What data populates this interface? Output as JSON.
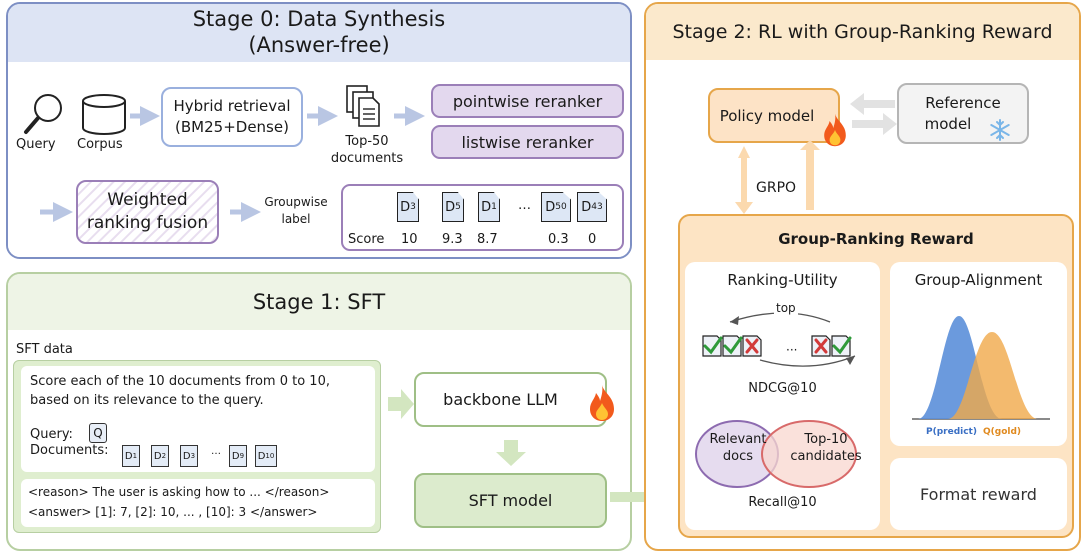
{
  "stage0": {
    "title_line1": "Stage 0: Data Synthesis",
    "title_line2": "(Answer-free)",
    "query_label": "Query",
    "corpus_label": "Corpus",
    "hybrid_line1": "Hybrid retrieval",
    "hybrid_line2": "(BM25+Dense)",
    "top50_line1": "Top-50",
    "top50_line2": "documents",
    "pointwise": "pointwise reranker",
    "listwise": "listwise reranker",
    "fusion_line1": "Weighted",
    "fusion_line2": "ranking fusion",
    "groupwise_line1": "Groupwise",
    "groupwise_line2": "label",
    "score_label": "Score",
    "docs": [
      {
        "base": "D",
        "sub": "3",
        "score": "10"
      },
      {
        "base": "D",
        "sub": "5",
        "score": "9.3"
      },
      {
        "base": "D",
        "sub": "1",
        "score": "8.7"
      },
      {
        "base": "D",
        "sub": "50",
        "score": "0.3"
      },
      {
        "base": "D",
        "sub": "43",
        "score": "0"
      }
    ],
    "ellipsis": "…"
  },
  "stage1": {
    "title": "Stage 1: SFT",
    "sft_data_label": "SFT data",
    "prompt_line1": "Score each of the 10 documents from 0 to 10,",
    "prompt_line2": "based on its relevance to the query.",
    "query_label": "Query:",
    "query_icon": "Q",
    "documents_label": "Documents:",
    "doc_labels": [
      {
        "base": "D",
        "sub": "1"
      },
      {
        "base": "D",
        "sub": "2"
      },
      {
        "base": "D",
        "sub": "3"
      },
      {
        "base": "D",
        "sub": "9"
      },
      {
        "base": "D",
        "sub": "10"
      }
    ],
    "doc_ellipsis": "…",
    "answer_line1": "<reason> The user is asking how to ... </reason>",
    "answer_line2": "<answer> [1]: 7, [2]: 10, ... , [10]: 3 </answer>",
    "backbone": "backbone LLM",
    "sft_model": "SFT model"
  },
  "stage2": {
    "title": "Stage 2: RL with Group-Ranking Reward",
    "policy": "Policy model",
    "reference_line1": "Reference",
    "reference_line2": "model",
    "grpo": "GRPO",
    "reward_title": "Group-Ranking Reward",
    "ranking_utility": "Ranking-Utility",
    "top_label": "top",
    "dots": "···",
    "ndcg": "NDCG@10",
    "relevant_line1": "Relevant",
    "relevant_line2": "docs",
    "topk_line1": "Top-10",
    "topk_line2": "candidates",
    "recall": "Recall@10",
    "group_alignment": "Group-Alignment",
    "p_label": "P(predict)",
    "q_label": "Q(gold)",
    "format_reward": "Format reward"
  },
  "colors": {
    "stage0_fill": "#edf1fa",
    "stage0_border": "#7d8fc4",
    "stage1_fill": "#eef4e6",
    "stage1_border": "#9fbf86",
    "stage2_border": "#e6a64a",
    "stage2_fill": "#fdf3e2",
    "purple_box": "#e3d8ee",
    "green_box": "#dcebcd",
    "orange_box": "#fde3c6",
    "p_color": "#5b8fd9",
    "q_color": "#f0a94a"
  }
}
